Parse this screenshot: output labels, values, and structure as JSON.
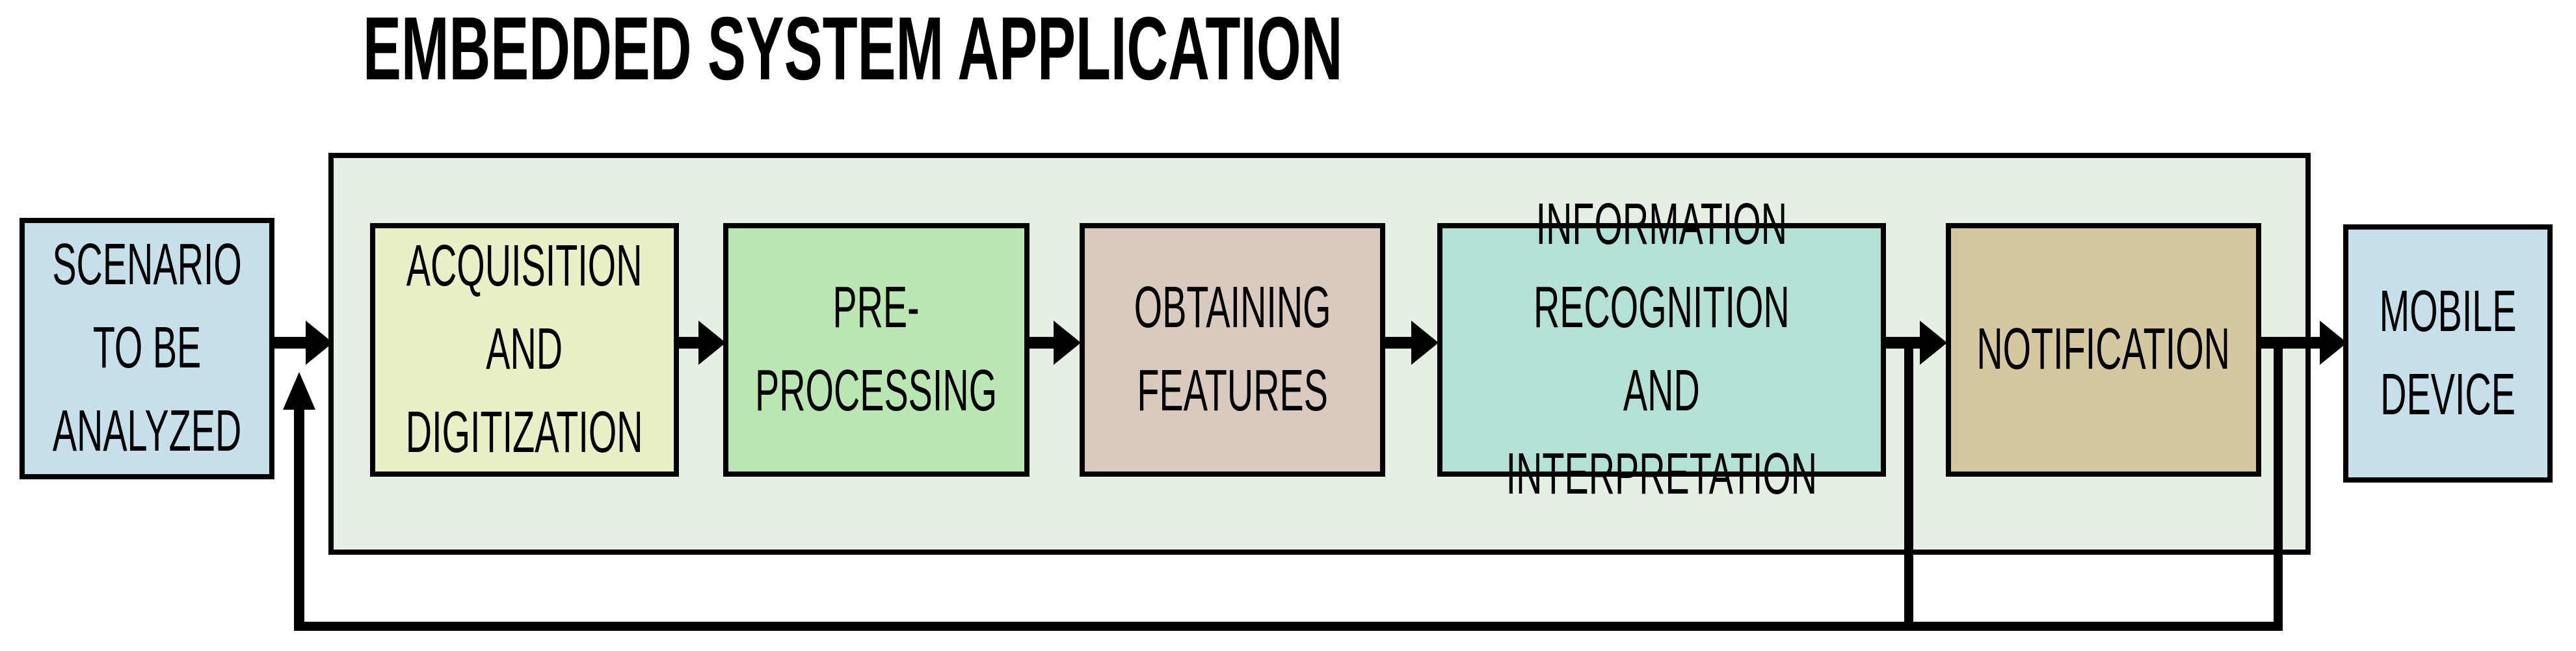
{
  "title": "EMBEDDED SYSTEM APPLICATION",
  "colors": {
    "background": "#ffffff",
    "line": "#000000",
    "container_fill": "#e5efe4"
  },
  "container": {
    "name": "embedded-system-application-container",
    "fill": "#e5efe4"
  },
  "nodes": {
    "scenario": {
      "label": "SCENARIO\nTO BE\nANALYZED",
      "fill": "#c5e0ea"
    },
    "acquisition": {
      "label": "ACQUISITION\nAND\nDIGITIZATION",
      "fill": "#e8f0c5"
    },
    "preprocessing": {
      "label": "PRE-\nPROCESSING",
      "fill": "#b9e6b1"
    },
    "obtaining_features": {
      "label": "OBTAINING\nFEATURES",
      "fill": "#d9cabf"
    },
    "recognition": {
      "label": "INFORMATION\nRECOGNITION AND\nINTERPRETATION",
      "fill": "#b4e1d5"
    },
    "notification": {
      "label": "NOTIFICATION",
      "fill": "#d5c7a0"
    },
    "mobile_device": {
      "label": "MOBILE\nDEVICE",
      "fill": "#c5e0ea"
    }
  },
  "flow_order": [
    "scenario",
    "acquisition",
    "preprocessing",
    "obtaining_features",
    "recognition",
    "notification",
    "mobile_device"
  ],
  "feedback": {
    "description_1": "feedback from recognition-notification arrow to scenario output arrow",
    "description_2": "feedback from notification-mobile arrow to scenario output arrow"
  }
}
